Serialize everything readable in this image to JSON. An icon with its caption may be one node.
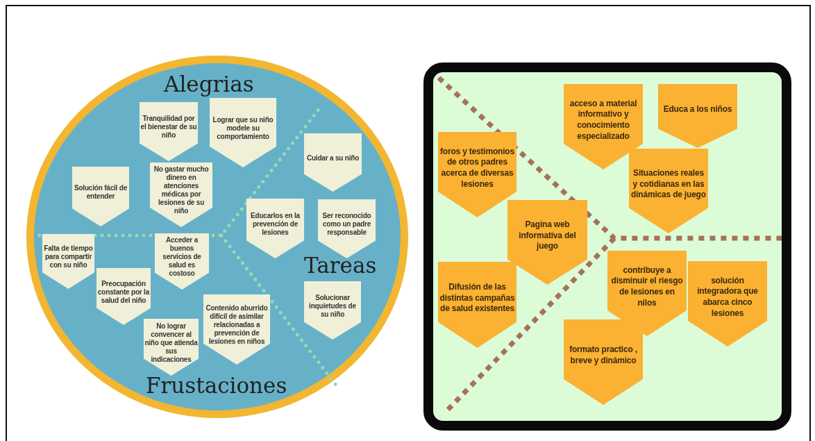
{
  "diagram": {
    "nodes": [
      {
        "text": [
          "Alegrias",
          "Tareas",
          "Frustaciones"
        ]
      },
      {
        "text": [
          "Tranquilidad por el bienestar de su niño"
        ],
        "in": 0
      },
      {
        "text": [
          "Lograr que su niño modele su comportamiento"
        ],
        "in": 0
      },
      {
        "text": [
          "Cuidar a su niño"
        ],
        "in": 0
      },
      {
        "text": [
          "Solución fácil de entender"
        ],
        "in": 0
      },
      {
        "text": [
          "No gastar mucho dinero en atenciones médicas por lesiones de su niño"
        ],
        "in": 0
      },
      {
        "text": [
          "Educarlos en la prevención de lesiones"
        ],
        "in": 0
      },
      {
        "text": [
          "Ser reconocido como un padre responsable"
        ],
        "in": 0
      },
      {
        "text": [
          "Falta de tiempo para compartir con su niño"
        ],
        "in": 0
      },
      {
        "text": [
          "Acceder a buenos servicios de salud es costoso"
        ],
        "in": 0
      },
      {
        "text": [
          "Preocupación constante por la salud del niño"
        ],
        "in": 0
      },
      {
        "text": [
          "Solucionar inquietudes de su niño"
        ],
        "in": 0
      },
      {
        "text": [
          "Contenido aburrido difícil de asimilar relacionadas a prevención de lesiones en niños"
        ],
        "in": 0
      },
      {
        "text": [
          "No lograr convencer al niño que atienda sus indicaciones"
        ],
        "in": 0
      },
      {
        "text": [],
        "shape": "box"
      },
      {
        "text": [
          "acceso a material informativo y conocimiento especializado"
        ],
        "in": 14
      },
      {
        "text": [
          "Educa a los niños"
        ],
        "in": 14
      },
      {
        "text": [
          "foros y testimonios de otros padres acerca de diversas lesiones"
        ],
        "in": 14
      },
      {
        "text": [
          "Situaciones reales y cotidianas en las dinámicas de juego"
        ],
        "in": 14
      },
      {
        "text": [
          "Pagina web informativa del juego"
        ],
        "in": 14
      },
      {
        "text": [
          "Difusión de  las distintas campañas de salud existentes"
        ],
        "in": 14
      },
      {
        "text": [
          "contribuye a disminuir el riesgo de lesiones en nilos"
        ],
        "in": 14
      },
      {
        "text": [
          "solución integradora que abarca cinco lesiones"
        ],
        "in": 14
      },
      {
        "text": [
          "formato practico , breve y  dinámico"
        ],
        "in": 14
      }
    ]
  }
}
